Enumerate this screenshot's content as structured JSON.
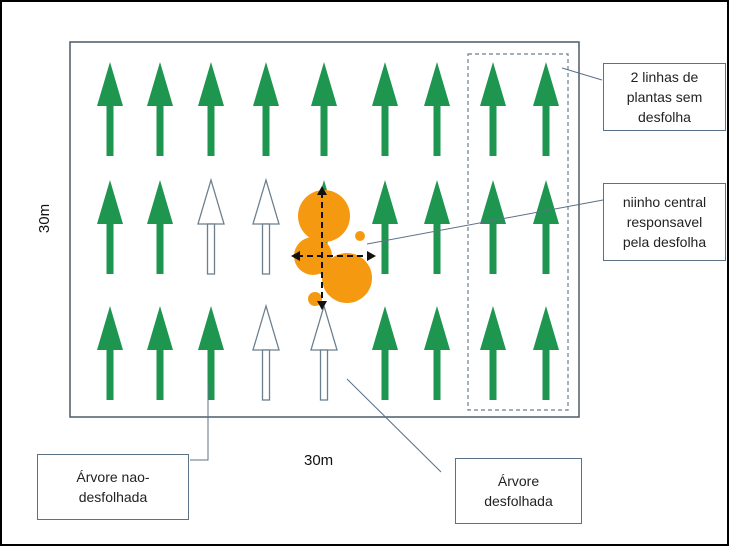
{
  "dimensions": {
    "height_label": "30m",
    "width_label": "30m"
  },
  "labels": {
    "control_rows": "2 linhas de\nplantas sem\ndesfolha",
    "central_nest": "niinho central\nresponsavel\npela desfolha",
    "not_defoliated": "Árvore nao-\ndesfolhada",
    "defoliated": "Árvore\ndesfolhada"
  },
  "grid": {
    "columns": 9,
    "rows": 3,
    "defoliated_trees": [
      [
        1,
        2
      ],
      [
        1,
        3
      ],
      [
        2,
        3
      ],
      [
        2,
        4
      ]
    ]
  },
  "colors": {
    "tree": "#1e9650",
    "tree_outline": "#6c7f8e",
    "nest": "#f59a10",
    "nest_highlight": "#ffd38a",
    "border": "#4a5a69",
    "callout_border": "#5b7186",
    "connector": "#5b7186"
  }
}
